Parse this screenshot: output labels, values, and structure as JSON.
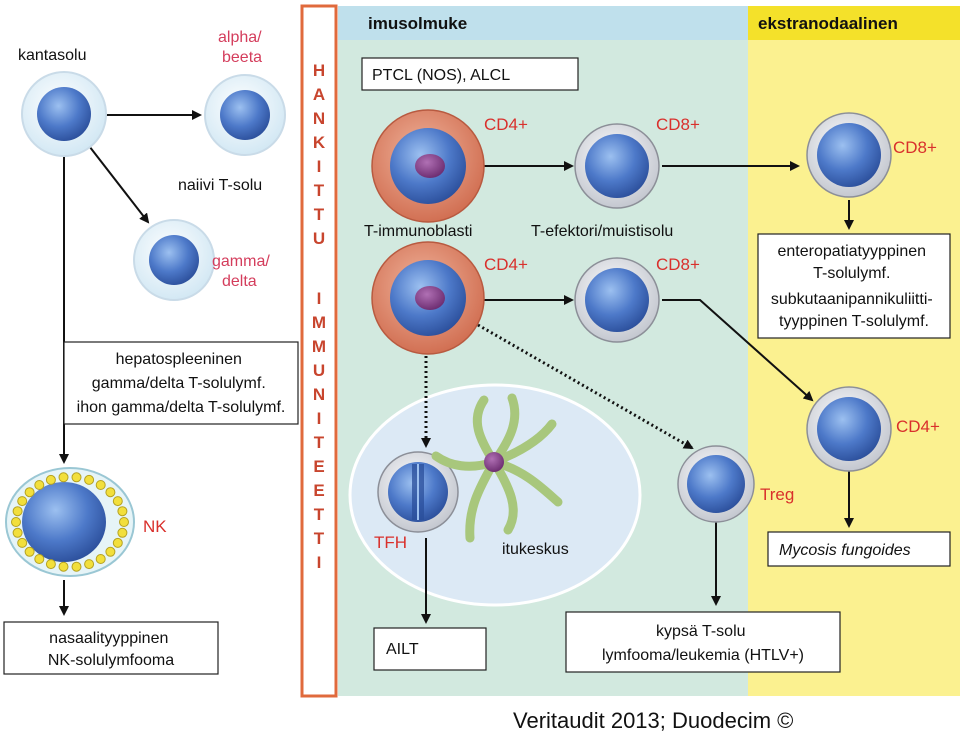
{
  "headers": {
    "lymph_node": "imusolmuke",
    "extranodal": "ekstranodaalinen"
  },
  "vertical_label": "HANKITTU IMMUNITEETTI",
  "cells": {
    "stem": "kantasolu",
    "alpha_beta": [
      "alpha/",
      "beeta"
    ],
    "naive": "naiivi T-solu",
    "gamma_delta": [
      "gamma/",
      "delta"
    ],
    "nk": "NK",
    "cd4_a": "CD4+",
    "cd8_a": "CD8+",
    "cd8_b": "CD8+",
    "cd4_b": "CD4+",
    "cd8_c": "CD8+",
    "cd4_c": "CD4+",
    "treg": "Treg",
    "tfh": "TFH",
    "immunoblast": "T-immunoblasti",
    "effector": "T-efektori/muistisolu",
    "germinal": "itukeskus"
  },
  "boxes": {
    "ptcl": "PTCL (NOS), ALCL",
    "hepato": [
      "hepatospleeninen",
      "gamma/delta T-solulymf.",
      "ihon gamma/delta T-solulymf."
    ],
    "nasal": [
      "nasaalityyppinen",
      "NK-solulymfooma"
    ],
    "ailt": "AILT",
    "mature": [
      "kypsä T-solu",
      "lymfooma/leukemia (HTLV+)"
    ],
    "entero": [
      "enteropatiatyyppinen",
      "T-solulymf.",
      "subkutaanipannikuliitti-",
      "tyyppinen T-solulymf."
    ],
    "mycosis": "Mycosis fungoides"
  },
  "credit": "Veritaudit 2013; Duodecim ©",
  "colors": {
    "node_bg": "#d2e9df",
    "extranodal_bg": "#fbf190",
    "header_blue": "#bfe0ec",
    "header_yellow": "#f4e12a",
    "frame": "#e06a3c",
    "cell_blue": "#4d79c9",
    "blast_orange": "#d9836a",
    "nucleus_purple": "#8a3c8c",
    "label_red": "#d9302c",
    "label_pink": "#d43d5c"
  }
}
